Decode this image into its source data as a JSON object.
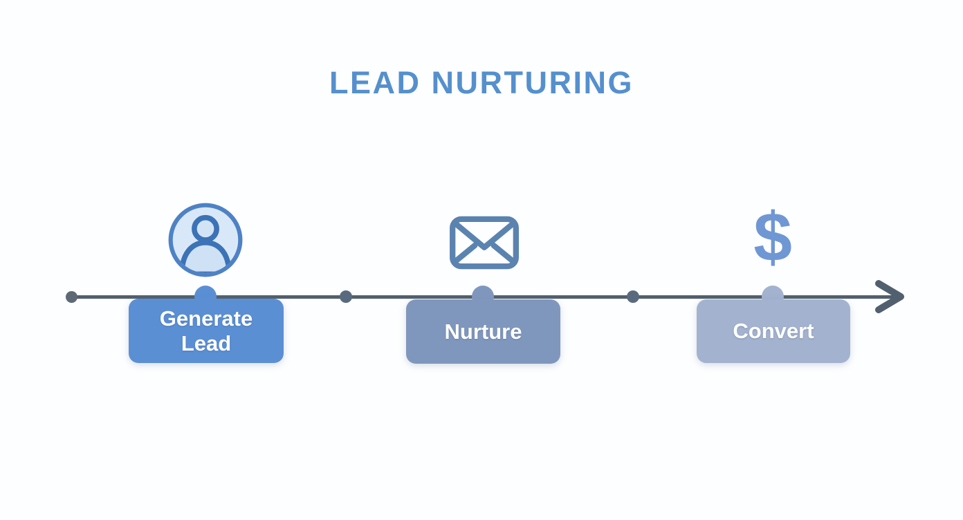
{
  "title": "LEAD NURTURING",
  "colors": {
    "title": "#5590cd",
    "timeline": "#51606e",
    "endpoint_dot": "#5d6975",
    "mid_dot": "#5a6a7e",
    "icon_stroke": "#4e82c4",
    "icon_stroke_dark": "#3c72b6",
    "email_stroke": "#5b83b0",
    "dollar": "#6f97d3"
  },
  "stages": [
    {
      "label": "Generate Lead",
      "lines": [
        "Generate",
        "Lead"
      ],
      "icon": "person-icon",
      "color": "#5b8fd4"
    },
    {
      "label": "Nurture",
      "lines": [
        "Nurture"
      ],
      "icon": "email-icon",
      "color": "#8097bd"
    },
    {
      "label": "Convert",
      "lines": [
        "Convert"
      ],
      "icon": "dollar-icon",
      "glyph": "$",
      "color": "#a3b2ce"
    }
  ]
}
